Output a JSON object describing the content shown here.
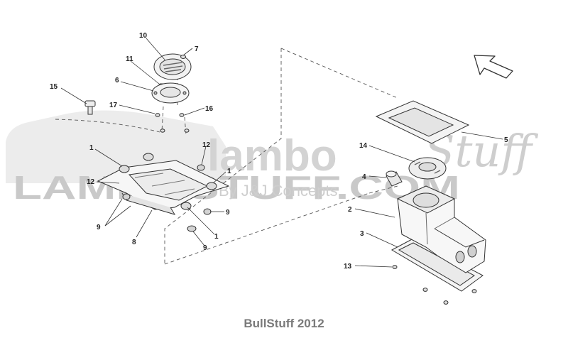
{
  "callouts": {
    "c1a": "1",
    "c1b": "1",
    "c1c": "1",
    "c2": "2",
    "c3": "3",
    "c4": "4",
    "c5": "5",
    "c6": "6",
    "c7": "7",
    "c8": "8",
    "c9a": "9",
    "c9b": "9",
    "c9c": "9",
    "c10": "10",
    "c11": "11",
    "c12a": "12",
    "c12b": "12",
    "c13": "13",
    "c14": "14",
    "c15": "15",
    "c16": "16",
    "c17": "17"
  },
  "watermark": {
    "main_left": "lambo",
    "main_script": "Stuff",
    "overlay": "LAMBOSTUFF.COM",
    "sub": "By J&J Concepts"
  },
  "footer": {
    "text": "BullStuff 2012"
  },
  "colors": {
    "line": "#333333",
    "watermark": "#cfcfcf",
    "footer": "#7a7a7a"
  }
}
